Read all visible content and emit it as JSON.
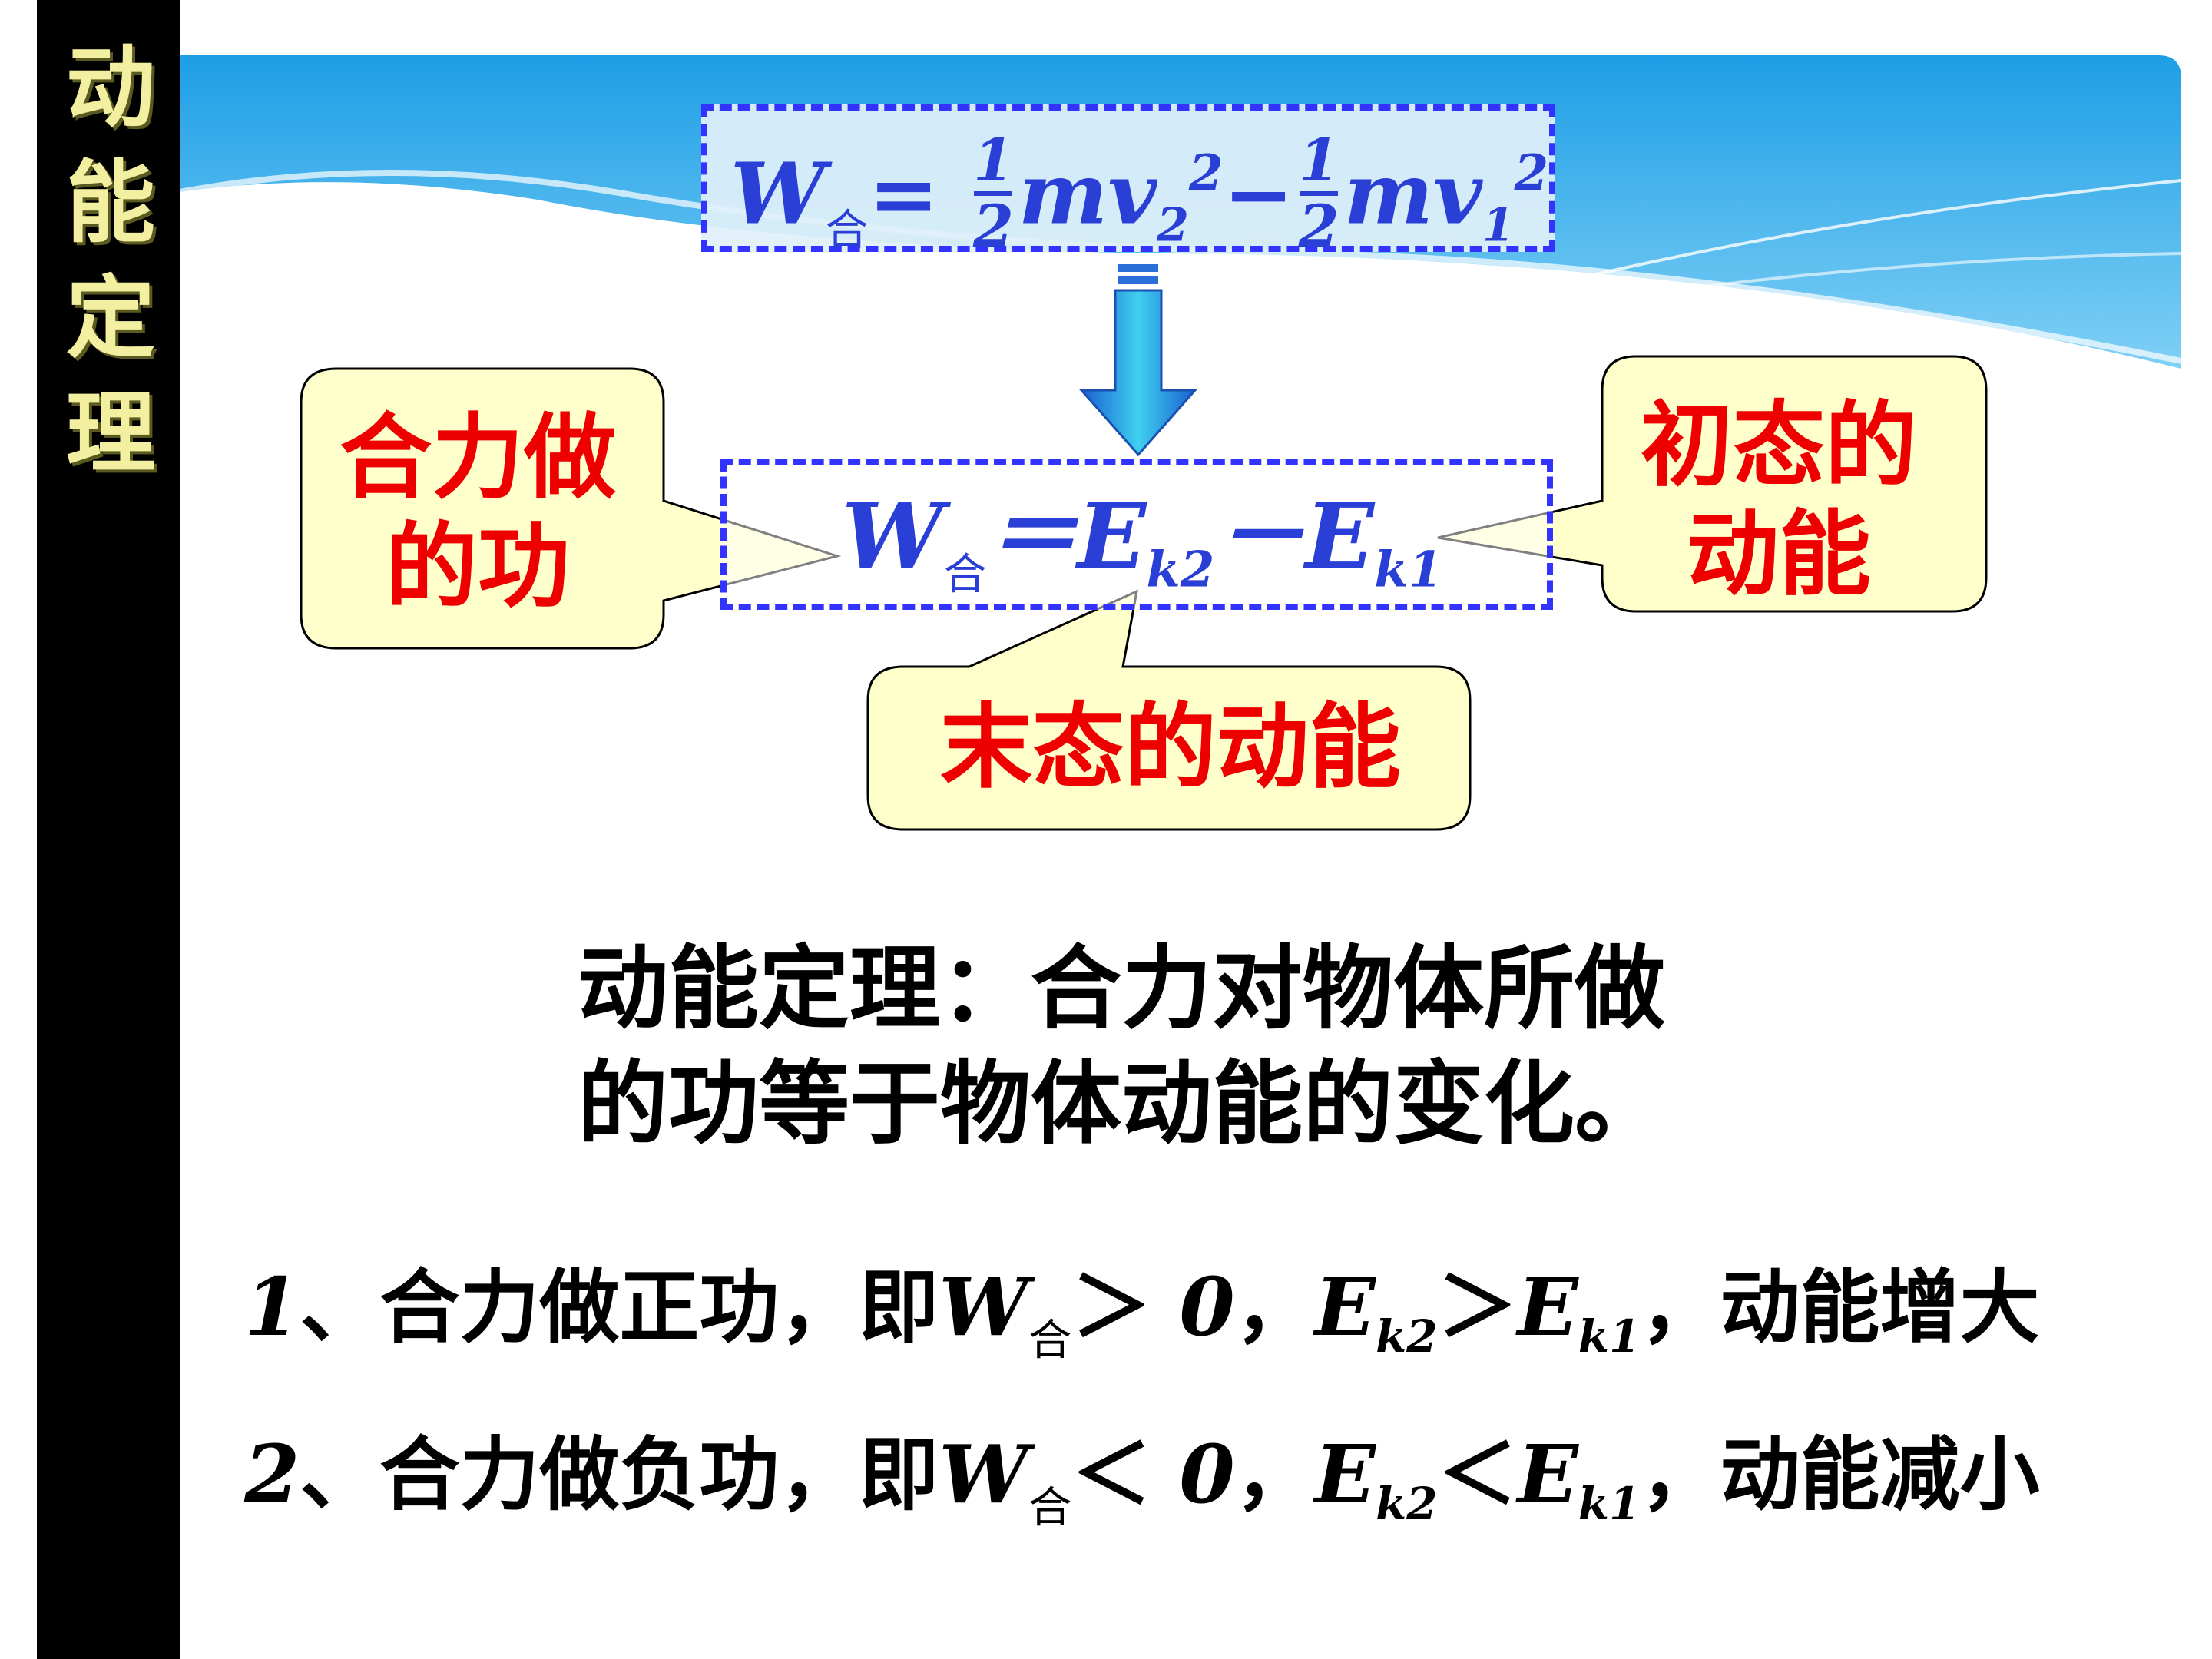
{
  "sidebar": {
    "title_chars": [
      "动",
      "能",
      "定",
      "理"
    ]
  },
  "formula_top": {
    "w": "W",
    "w_sub": "合",
    "eq": "=",
    "num": "1",
    "den": "2",
    "term2": "mv",
    "v2_sub": "2",
    "v2_sup": "2",
    "minus": "−",
    "term1": "mv",
    "v1_sub": "1",
    "v1_sup": "2"
  },
  "formula_main": {
    "w": "W",
    "w_sub": "合",
    "eq": "＝",
    "e1": "E",
    "e1_sub": "k2",
    "minus": "－",
    "e2": "E",
    "e2_sub": "k1"
  },
  "callouts": {
    "left": [
      "合力做",
      "的功"
    ],
    "right": [
      "初态的",
      "动能"
    ],
    "bottom": "末态的动能"
  },
  "theorem": [
    "动能定理：合力对物体所做",
    "的功等于物体动能的变化。"
  ],
  "points": [
    {
      "num": "1",
      "lead": "、合力做正功，即",
      "w": "W",
      "w_sub": "合",
      "rel": "＞ ",
      "zero": "0",
      "comma": "，",
      "e1": "E",
      "e1_sub": "k2",
      "rel2": "＞",
      "e2": "E",
      "e2_sub": "k1",
      "tail": "，动能增大"
    },
    {
      "num": "2",
      "lead": "、合力做负功，即",
      "w": "W",
      "w_sub": "合",
      "rel": "＜ ",
      "zero": "0",
      "comma": "，",
      "e1": "E",
      "e1_sub": "k2",
      "rel2": "＜",
      "e2": "E",
      "e2_sub": "k1",
      "tail": "，动能减小"
    }
  ],
  "colors": {
    "formula_blue": "#2a3fd6",
    "callout_red": "#ee0000",
    "callout_fill": "#ffffcc",
    "banner_blue": "#2aa6e8",
    "title_yellow": "#f2f0a0"
  }
}
